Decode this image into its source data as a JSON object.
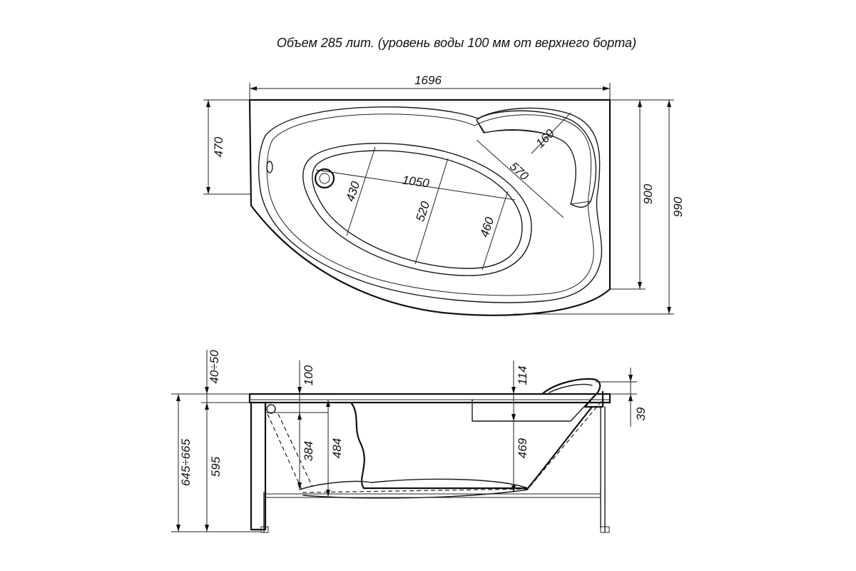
{
  "title": "Объем 285 лит. (уровень воды 100 мм от верхнего борта)",
  "plan_view": {
    "dims": {
      "overall_length": "1696",
      "left_depth": "470",
      "bowl_length": "1050",
      "bowl_width_left": "430",
      "bowl_width_mid": "520",
      "bowl_width_right": "460",
      "diagonal_to_headrest": "570",
      "headrest_radius": "160",
      "depth": "900",
      "overall_depth": "990"
    }
  },
  "side_view": {
    "dims": {
      "top_gap": "40÷50",
      "water_offset": "100",
      "headrest_height": "114",
      "rim_thickness": "39",
      "overall_height": "645÷665",
      "rim_height": "595",
      "inner_depth_left": "384",
      "inner_depth": "484",
      "seat_depth": "469"
    }
  }
}
